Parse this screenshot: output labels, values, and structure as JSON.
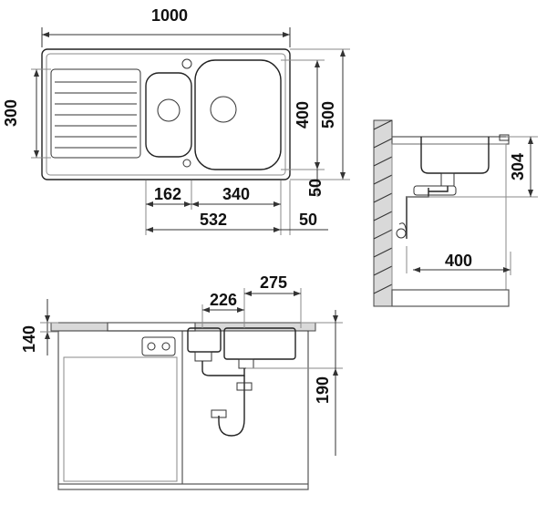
{
  "diagram": {
    "top_view": {
      "width_label": "1000",
      "drainer_depth_label": "300",
      "bowl_depth_label": "400",
      "overall_depth_label": "500",
      "bottom_margin_label": "50",
      "small_bowl_label": "162",
      "large_bowl_label": "340",
      "bowl_span_label": "532",
      "right_margin_label": "50"
    },
    "side_view": {
      "height_label": "304",
      "drain_offset_label": "400"
    },
    "front_view": {
      "outlet_small_label": "226",
      "outlet_large_label": "275",
      "depth_label": "140",
      "drain_height_label": "190"
    }
  }
}
